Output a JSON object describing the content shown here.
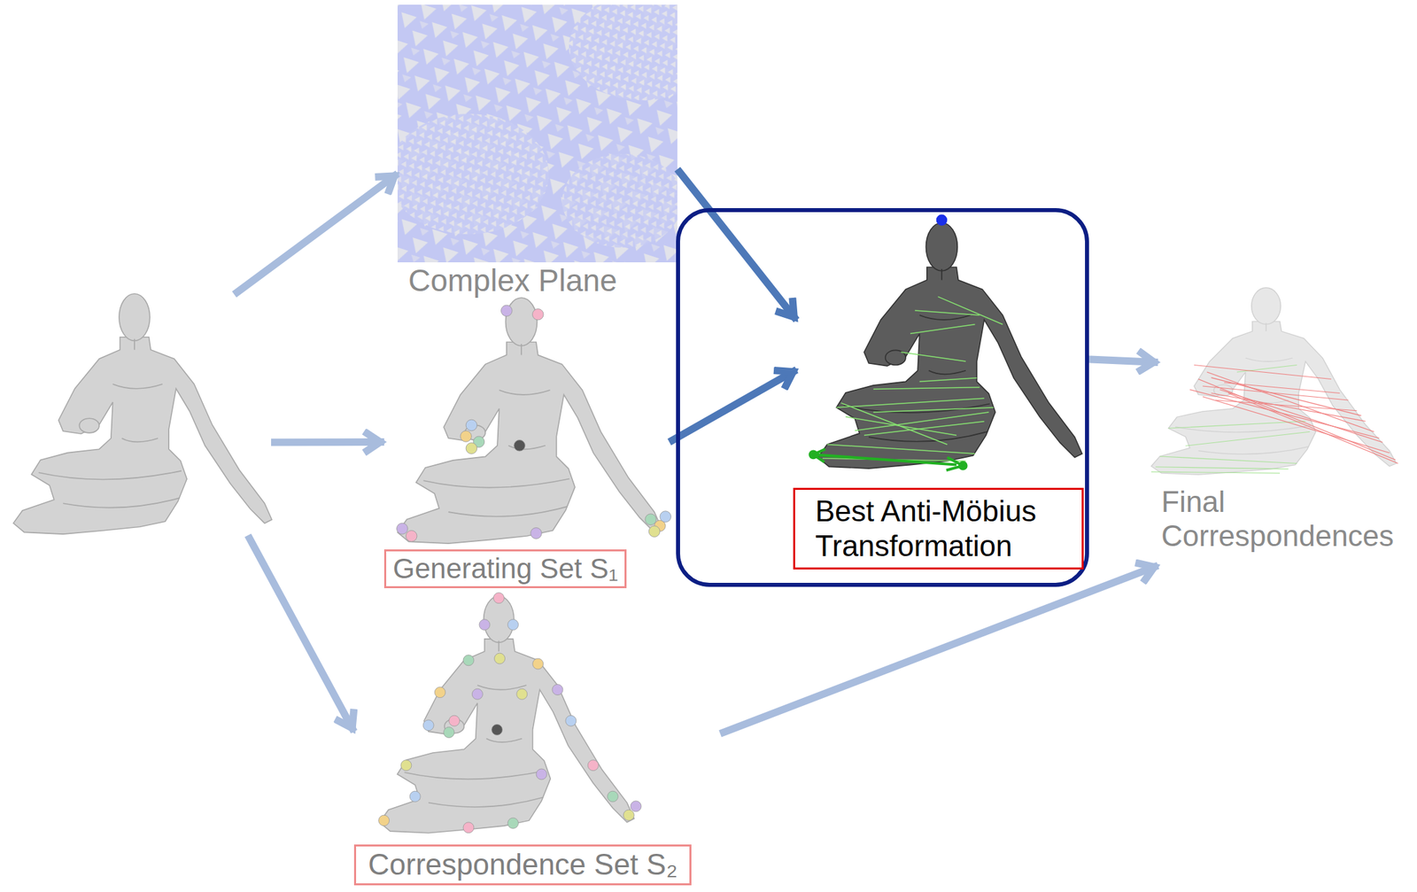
{
  "diagram": {
    "nodes": [
      {
        "text": []
      },
      {
        "text": [
          "Complex Plane"
        ]
      },
      {
        "text": [
          "Generating Set S₁"
        ]
      },
      {
        "text": [
          "Correspondence Set S₂"
        ]
      },
      {
        "text": []
      },
      {
        "text": [
          "Best Anti-Möbius Transformation"
        ],
        "in": 4
      },
      {
        "text": [
          "Final Correspondences"
        ]
      }
    ],
    "edges": [
      {
        "from": 0,
        "to": 1,
        "arrow": "to"
      },
      {
        "from": 0,
        "to": 2,
        "arrow": "to"
      },
      {
        "from": 0,
        "to": 3,
        "arrow": "to"
      },
      {
        "from": 1,
        "to": 5,
        "arrow": "to"
      },
      {
        "from": 2,
        "to": 5,
        "arrow": "to"
      },
      {
        "from": 5,
        "to": 6,
        "arrow": "to"
      },
      {
        "from": 3,
        "to": 6,
        "arrow": "to"
      }
    ]
  }
}
